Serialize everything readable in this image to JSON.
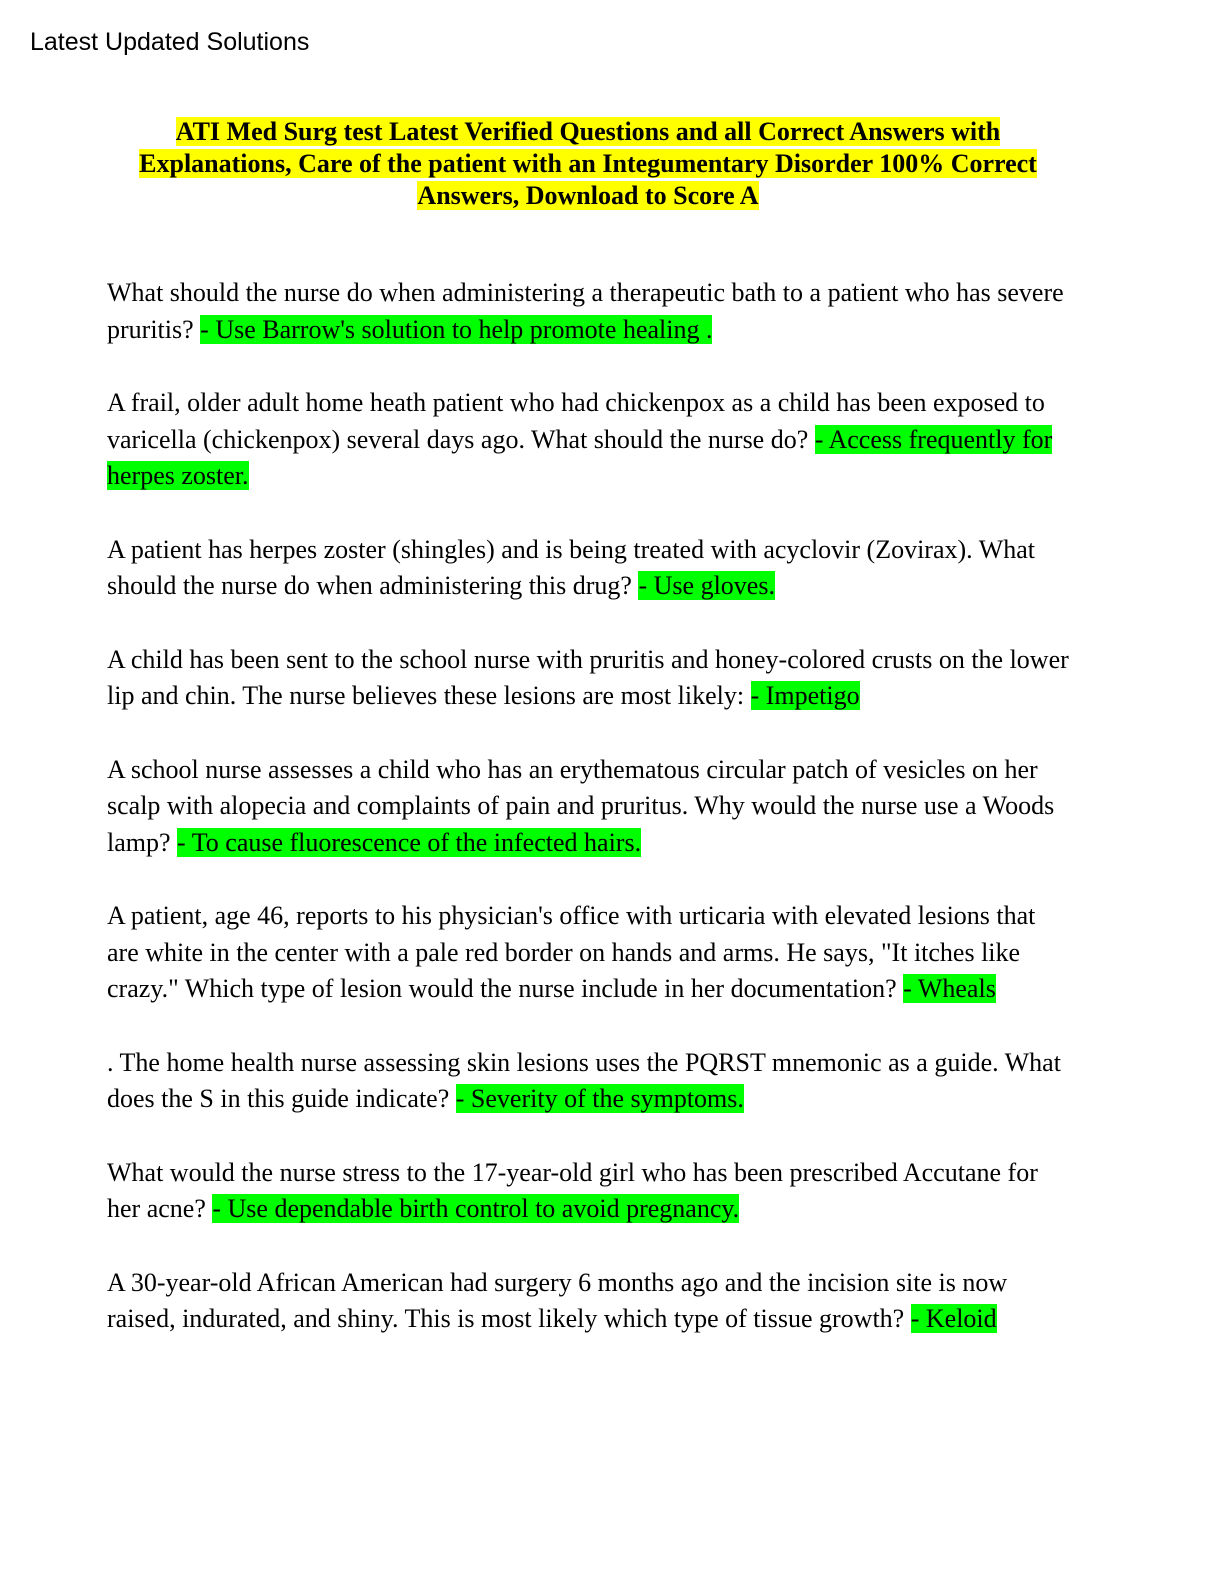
{
  "header": {
    "label": "Latest Updated Solutions"
  },
  "title": "ATI Med Surg test Latest Verified Questions and all Correct Answers with Explanations, Care of the patient with an Integumentary Disorder 100% Correct Answers, Download to Score A",
  "items": [
    {
      "question": "What should the nurse do when administering a therapeutic bath to a patient who has severe pruritis? ",
      "answer": "- Use Barrow's solution to help promote healing ."
    },
    {
      "question": "A frail, older adult home heath patient who had chickenpox as a child has been exposed to varicella (chickenpox) several days ago. What should the nurse do? ",
      "answer": "- Access frequently for herpes zoster."
    },
    {
      "question": "A patient has herpes zoster (shingles) and is being treated with acyclovir (Zovirax). What should the nurse do when administering this drug? ",
      "answer": "- Use gloves."
    },
    {
      "question": "A child has been sent to the school nurse with pruritis and honey-colored crusts on the lower lip and chin. The nurse believes these lesions are most likely: ",
      "answer": "- Impetigo"
    },
    {
      "question": "A school nurse assesses a child who has an erythematous circular patch of vesicles on her scalp with alopecia and complaints of pain and pruritus. Why would the nurse use a Woods lamp? ",
      "answer": "- To cause fluorescence of the infected hairs."
    },
    {
      "question": "A patient, age 46, reports to his physician's office with urticaria with elevated lesions that are white in the center with a pale red border on hands and arms. He says, \"It itches like crazy.\" Which type of lesion would the nurse include in her documentation? ",
      "answer": "- Wheals"
    },
    {
      "question": ". The home health nurse assessing skin lesions uses the PQRST mnemonic as a guide. What does the S in this guide indicate? ",
      "answer": "- Severity of the symptoms."
    },
    {
      "question": "What would the nurse stress to the 17-year-old girl who has been prescribed Accutane for her acne? ",
      "answer": "- Use dependable birth control to avoid pregnancy."
    },
    {
      "question": "A 30-year-old African American had surgery 6 months ago and the incision site is now raised, indurated, and shiny. This is most likely which type of tissue growth? ",
      "answer": "- Keloid"
    }
  ],
  "colors": {
    "title_highlight": "#ffff00",
    "answer_highlight": "#00ff00"
  }
}
